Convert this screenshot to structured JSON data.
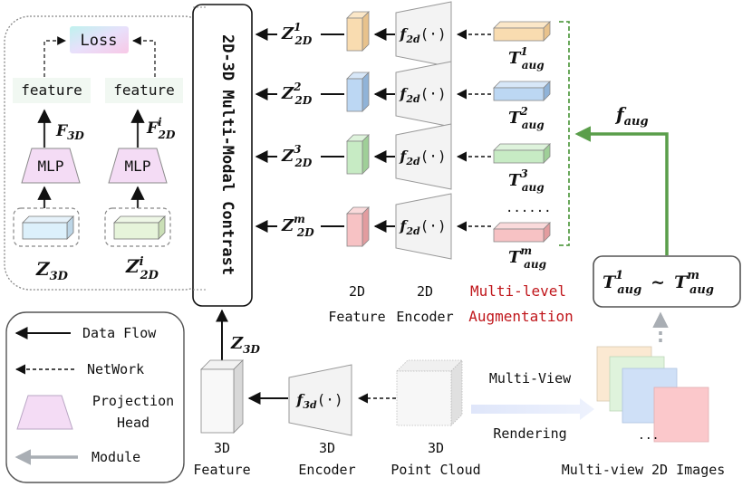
{
  "inset": {
    "loss": "Loss",
    "feature_left": "feature",
    "feature_right": "feature",
    "mlp_left": "MLP",
    "mlp_right": "MLP",
    "f3d_main": "F",
    "f3d_sub": "3D",
    "f2d_main": "F",
    "f2d_sup": "i",
    "f2d_sub": "2D",
    "z3d_main": "Z",
    "z3d_sub": "3D",
    "z2d_main": "Z",
    "z2d_sup": "i",
    "z2d_sub": "2D"
  },
  "contrast_label": "2D-3D Multi-Modal Contrast",
  "rows": [
    {
      "z_sup": "1",
      "t_sup": "1",
      "color": "#f9dcb0"
    },
    {
      "z_sup": "2",
      "t_sup": "2",
      "color": "#bcd7f3"
    },
    {
      "z_sup": "3",
      "t_sup": "3",
      "color": "#c7ebc4"
    },
    {
      "z_sup": "m",
      "t_sup": "m",
      "color": "#f7c2c4"
    }
  ],
  "z2d_main": "Z",
  "z2d_sub": "2D",
  "t_main": "T",
  "t_sub": "aug",
  "f2d_enc": {
    "f": "f",
    "sub": "2d",
    "args": "(·)"
  },
  "dots": "......",
  "f_aug": {
    "f": "f",
    "sub": "aug"
  },
  "t_range": {
    "sup1": "1",
    "tilde": "~",
    "supm": "m"
  },
  "col_labels": {
    "feat2d_1": "2D",
    "feat2d_2": "Feature",
    "enc2d_1": "2D",
    "enc2d_2": "Encoder",
    "aug_1": "Multi-level",
    "aug_2": "Augmentation"
  },
  "legend": {
    "data_flow": "Data Flow",
    "network": "NetWork",
    "proj_1": "Projection",
    "proj_2": "Head",
    "module": "Module"
  },
  "z3d_bottom": {
    "main": "Z",
    "sub": "3D"
  },
  "f3d_enc": {
    "f": "f",
    "sub": "3d",
    "args": "(·)"
  },
  "multi_view": "Multi-View",
  "rendering": "Rendering",
  "img_dots": "...",
  "bottom_labels": {
    "feat3d_1": "3D",
    "feat3d_2": "Feature",
    "enc3d_1": "3D",
    "enc3d_2": "Encoder",
    "pc_1": "3D",
    "pc_2": "Point Cloud",
    "mv": "Multi-view 2D Images"
  },
  "colors": {
    "accent_red": "#c0161b",
    "green_arrow": "#5a9e4a",
    "gray_module": "#a9aeb4"
  }
}
